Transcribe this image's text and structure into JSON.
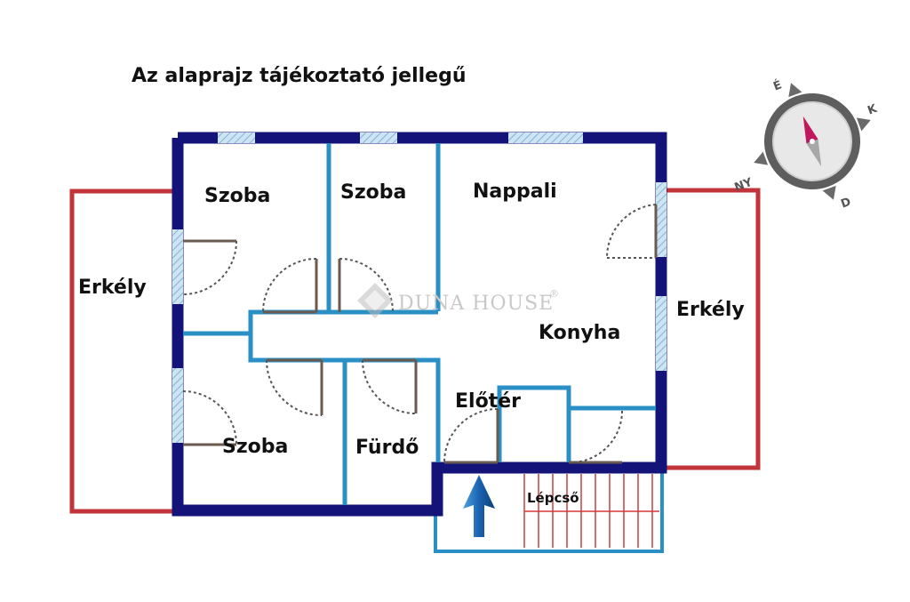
{
  "title": "Az alaprajz tájékoztató jellegű",
  "rooms": {
    "szoba_top_left": "Szoba",
    "szoba_top_mid": "Szoba",
    "nappali": "Nappali",
    "konyha": "Konyha",
    "eloter": "Előtér",
    "szoba_bottom": "Szoba",
    "furdo": "Fürdő",
    "lepcso": "Lépcső",
    "erkely_left": "Erkély",
    "erkely_right": "Erkély"
  },
  "compass": {
    "north": "É",
    "east": "K",
    "south": "D",
    "west": "NY"
  },
  "watermark": {
    "text": "DUNA HOUSE",
    "mark": "®"
  },
  "colors": {
    "outer_wall": "#13137a",
    "inner_wall": "#2a8fc4",
    "balcony": "#c0343a",
    "door": "#6b5a50",
    "stair": "#d23a3a",
    "window": "#9ec8e6",
    "compass_needle": "#c0185a"
  },
  "icons": {
    "arrow": "up-arrow-icon",
    "compass": "compass-icon"
  }
}
